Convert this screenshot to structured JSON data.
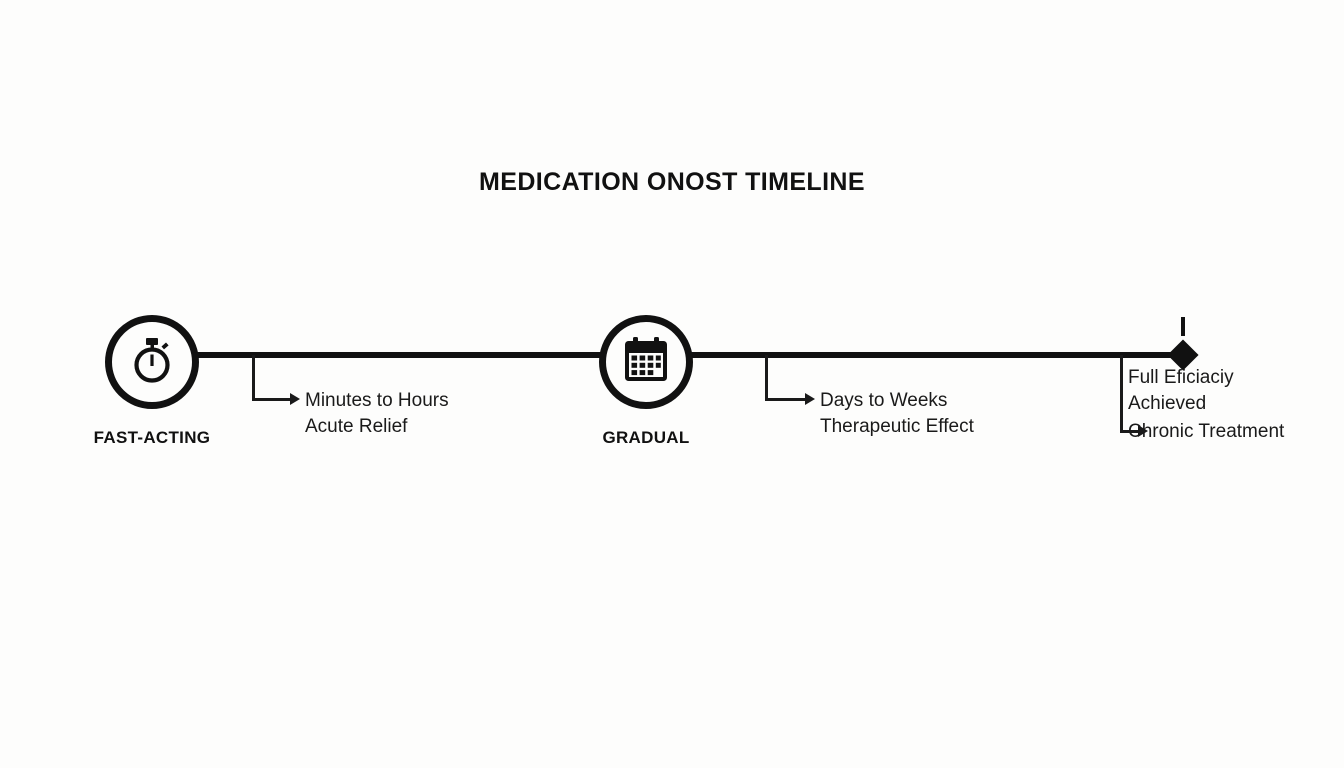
{
  "diagram": {
    "title": "MEDICATION ONOST TIMELINE",
    "type": "timeline",
    "orientation": "horizontal",
    "background_color": "#fdfdfc",
    "line_color": "#111111",
    "text_color": "#1a1a1a",
    "milestones": [
      {
        "id": "fast-acting",
        "label": "FAST-ACTING",
        "icon": "stopwatch-icon",
        "marker": "circle",
        "annotation_line1": "Minutes to Hours",
        "annotation_line2": "Acute Relief"
      },
      {
        "id": "gradual",
        "label": "GRADUAL",
        "icon": "calendar-icon",
        "marker": "circle",
        "annotation_line1": "Days to Weeks",
        "annotation_line2": "Therapeutic Effect"
      },
      {
        "id": "full-efficacy",
        "label": "",
        "icon": "diamond-marker",
        "marker": "diamond",
        "annotation_line1": "Full Eficiaciy",
        "annotation_line2": "Achieved",
        "annotation_line3": "Chronic Treatment"
      }
    ]
  }
}
